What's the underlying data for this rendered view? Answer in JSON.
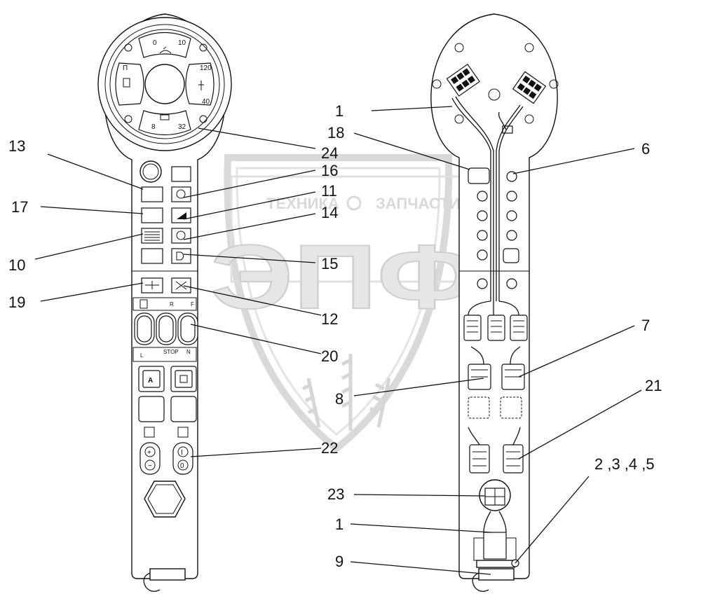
{
  "watermark": {
    "brand_line": "ТЕХНИКА",
    "brand_line2": "ЗАПЧАСТИ",
    "logo_letters": "ЭПФ"
  },
  "gauges": {
    "oil_pressure": {
      "min": "0",
      "max": "10"
    },
    "coolant_temp": {
      "max": "120",
      "min": "40"
    },
    "voltage": {
      "min": "8",
      "max": "32"
    },
    "fuel": {
      "label": "П"
    }
  },
  "panel_labels": {
    "auto_button": "A",
    "stop_label": "STOP",
    "mode_r": "R",
    "mode_f": "F",
    "mode_n": "N",
    "mode_l": "L"
  },
  "callouts": {
    "left": [
      {
        "id": "13",
        "text": "13"
      },
      {
        "id": "17",
        "text": "17"
      },
      {
        "id": "10",
        "text": "10"
      },
      {
        "id": "19",
        "text": "19"
      }
    ],
    "middle": [
      {
        "id": "1a",
        "text": "1"
      },
      {
        "id": "18",
        "text": "18"
      },
      {
        "id": "24",
        "text": "24"
      },
      {
        "id": "16",
        "text": "16"
      },
      {
        "id": "11",
        "text": "11"
      },
      {
        "id": "14",
        "text": "14"
      },
      {
        "id": "15",
        "text": "15"
      },
      {
        "id": "12",
        "text": "12"
      },
      {
        "id": "20",
        "text": "20"
      },
      {
        "id": "8",
        "text": "8"
      },
      {
        "id": "22",
        "text": "22"
      },
      {
        "id": "23",
        "text": "23"
      },
      {
        "id": "1b",
        "text": "1"
      },
      {
        "id": "9",
        "text": "9"
      }
    ],
    "right": [
      {
        "id": "6",
        "text": "6"
      },
      {
        "id": "7",
        "text": "7"
      },
      {
        "id": "21",
        "text": "21"
      },
      {
        "id": "2345",
        "text": "2 ,3 ,4 ,5"
      }
    ]
  },
  "colors": {
    "ink": "#111111",
    "watermark": "#d9d9d9",
    "background": "#ffffff"
  }
}
